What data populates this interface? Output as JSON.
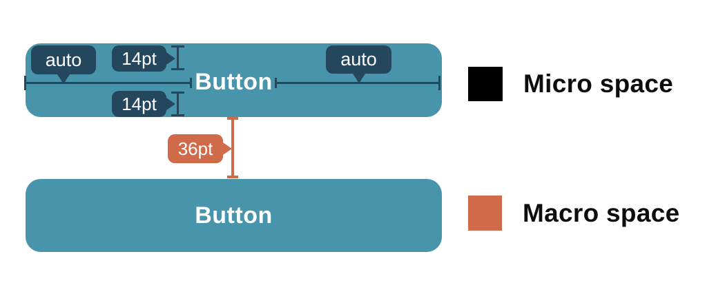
{
  "colors": {
    "teal": "#4894aa",
    "navy": "#25475e",
    "orange": "#cf6a4a",
    "black": "#000000",
    "text": "#0d0d0d",
    "background": "#ffffff"
  },
  "diagram": {
    "top_button": {
      "label": "Button"
    },
    "bottom_button": {
      "label": "Button"
    },
    "callouts": {
      "auto_left": "auto",
      "auto_right": "auto",
      "padding_top": "14pt",
      "padding_bottom": "14pt",
      "gap": "36pt"
    }
  },
  "legend": {
    "items": [
      {
        "label": "Micro space",
        "color": "#000000"
      },
      {
        "label": "Macro space",
        "color": "#cf6a4a"
      }
    ]
  }
}
